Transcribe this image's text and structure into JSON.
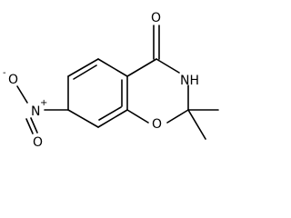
{
  "structure": {
    "atoms": {
      "carbonyl_oxygen": "O",
      "ring_nitrogen": "NH",
      "ring_oxygen": "O",
      "nitro_nitrogen": "N",
      "nitro_nitrogen_charge": "+",
      "nitro_oxygen_double": "O",
      "nitro_oxygen_single": "O",
      "nitro_oxygen_charge": "-"
    }
  }
}
